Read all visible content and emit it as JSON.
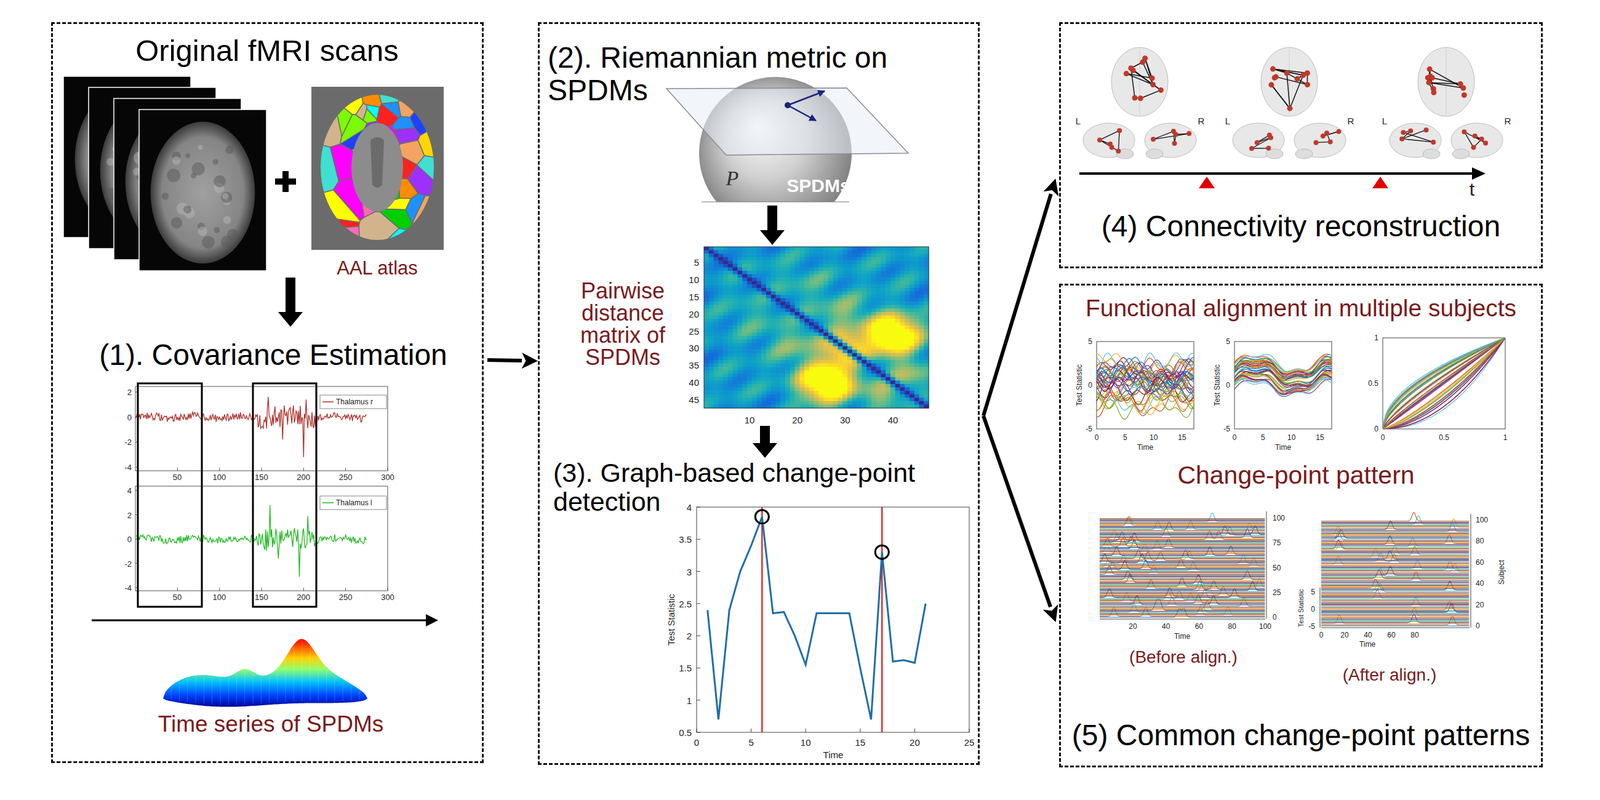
{
  "diagram": {
    "nodes": [
      {
        "text": [
          "Original fMRI scans",
          "AAL atlas",
          "(1). Covariance Estimation",
          "Time series of SPDMs"
        ]
      },
      {
        "text": [
          "(2). Riemannian metric on SPDMs",
          "Pairwise distance matrix of SPDMs",
          "(3). Graph-based change-point detection"
        ]
      },
      {
        "text": [
          "(4) Connectivity reconstruction"
        ]
      },
      {
        "text": [
          "Functional alignment in multiple subjects",
          "Change-point pattern",
          "(Before align.)",
          "(After align.)",
          "(5) Common change-point patterns"
        ]
      }
    ],
    "edges": [
      {
        "from": 0,
        "to": 1,
        "arrow": "to"
      },
      {
        "from": 1,
        "to": 2,
        "arrow": "to"
      },
      {
        "from": 1,
        "to": 3,
        "arrow": "to"
      }
    ],
    "labels": [
      "Thalamus r",
      "2",
      "0",
      "-2",
      "-4",
      "50",
      "100",
      "150",
      "200",
      "250",
      "300",
      "Thalamus l",
      "4",
      "2",
      "0",
      "-2",
      "-4",
      "50",
      "100",
      "150",
      "200",
      "250",
      "300",
      "P",
      "SPDMs",
      "5",
      "10",
      "15",
      "20",
      "25",
      "30",
      "35",
      "40",
      "45",
      "10",
      "20",
      "30",
      "40",
      "4",
      "3.5",
      "3",
      "2.5",
      "2",
      "1.5",
      "1",
      "0.5",
      "0",
      "5",
      "10",
      "15",
      "20",
      "25",
      "Test Statistic",
      "Time",
      "L",
      "R",
      "L",
      "R",
      "L",
      "R",
      "t",
      "5",
      "0",
      "-5",
      "0",
      "5",
      "10",
      "15",
      "Test Statistic",
      "Time",
      "5",
      "0",
      "-5",
      "0",
      "5",
      "10",
      "15",
      "Test Statistic",
      "Time",
      "1",
      "0.5",
      "0",
      "0",
      "0.5",
      "1",
      "100",
      "75",
      "50",
      "25",
      "0",
      "20",
      "40",
      "60",
      "80",
      "100",
      "Time",
      "5",
      "0",
      "-5",
      "Test Statistic",
      "100",
      "80",
      "60",
      "40",
      "20",
      "0",
      "Subject",
      "0",
      "20",
      "40",
      "60",
      "80",
      "Time"
    ]
  }
}
